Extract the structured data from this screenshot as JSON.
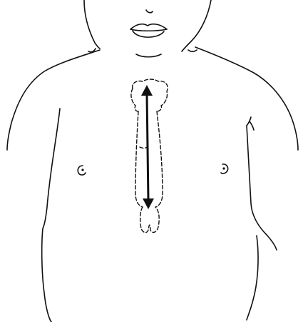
{
  "figure": {
    "subject": "infant-chest-outline",
    "line_color": "#111111",
    "background": "#ffffff",
    "marked_region": "sternum",
    "arrow_style": "double-headed"
  }
}
